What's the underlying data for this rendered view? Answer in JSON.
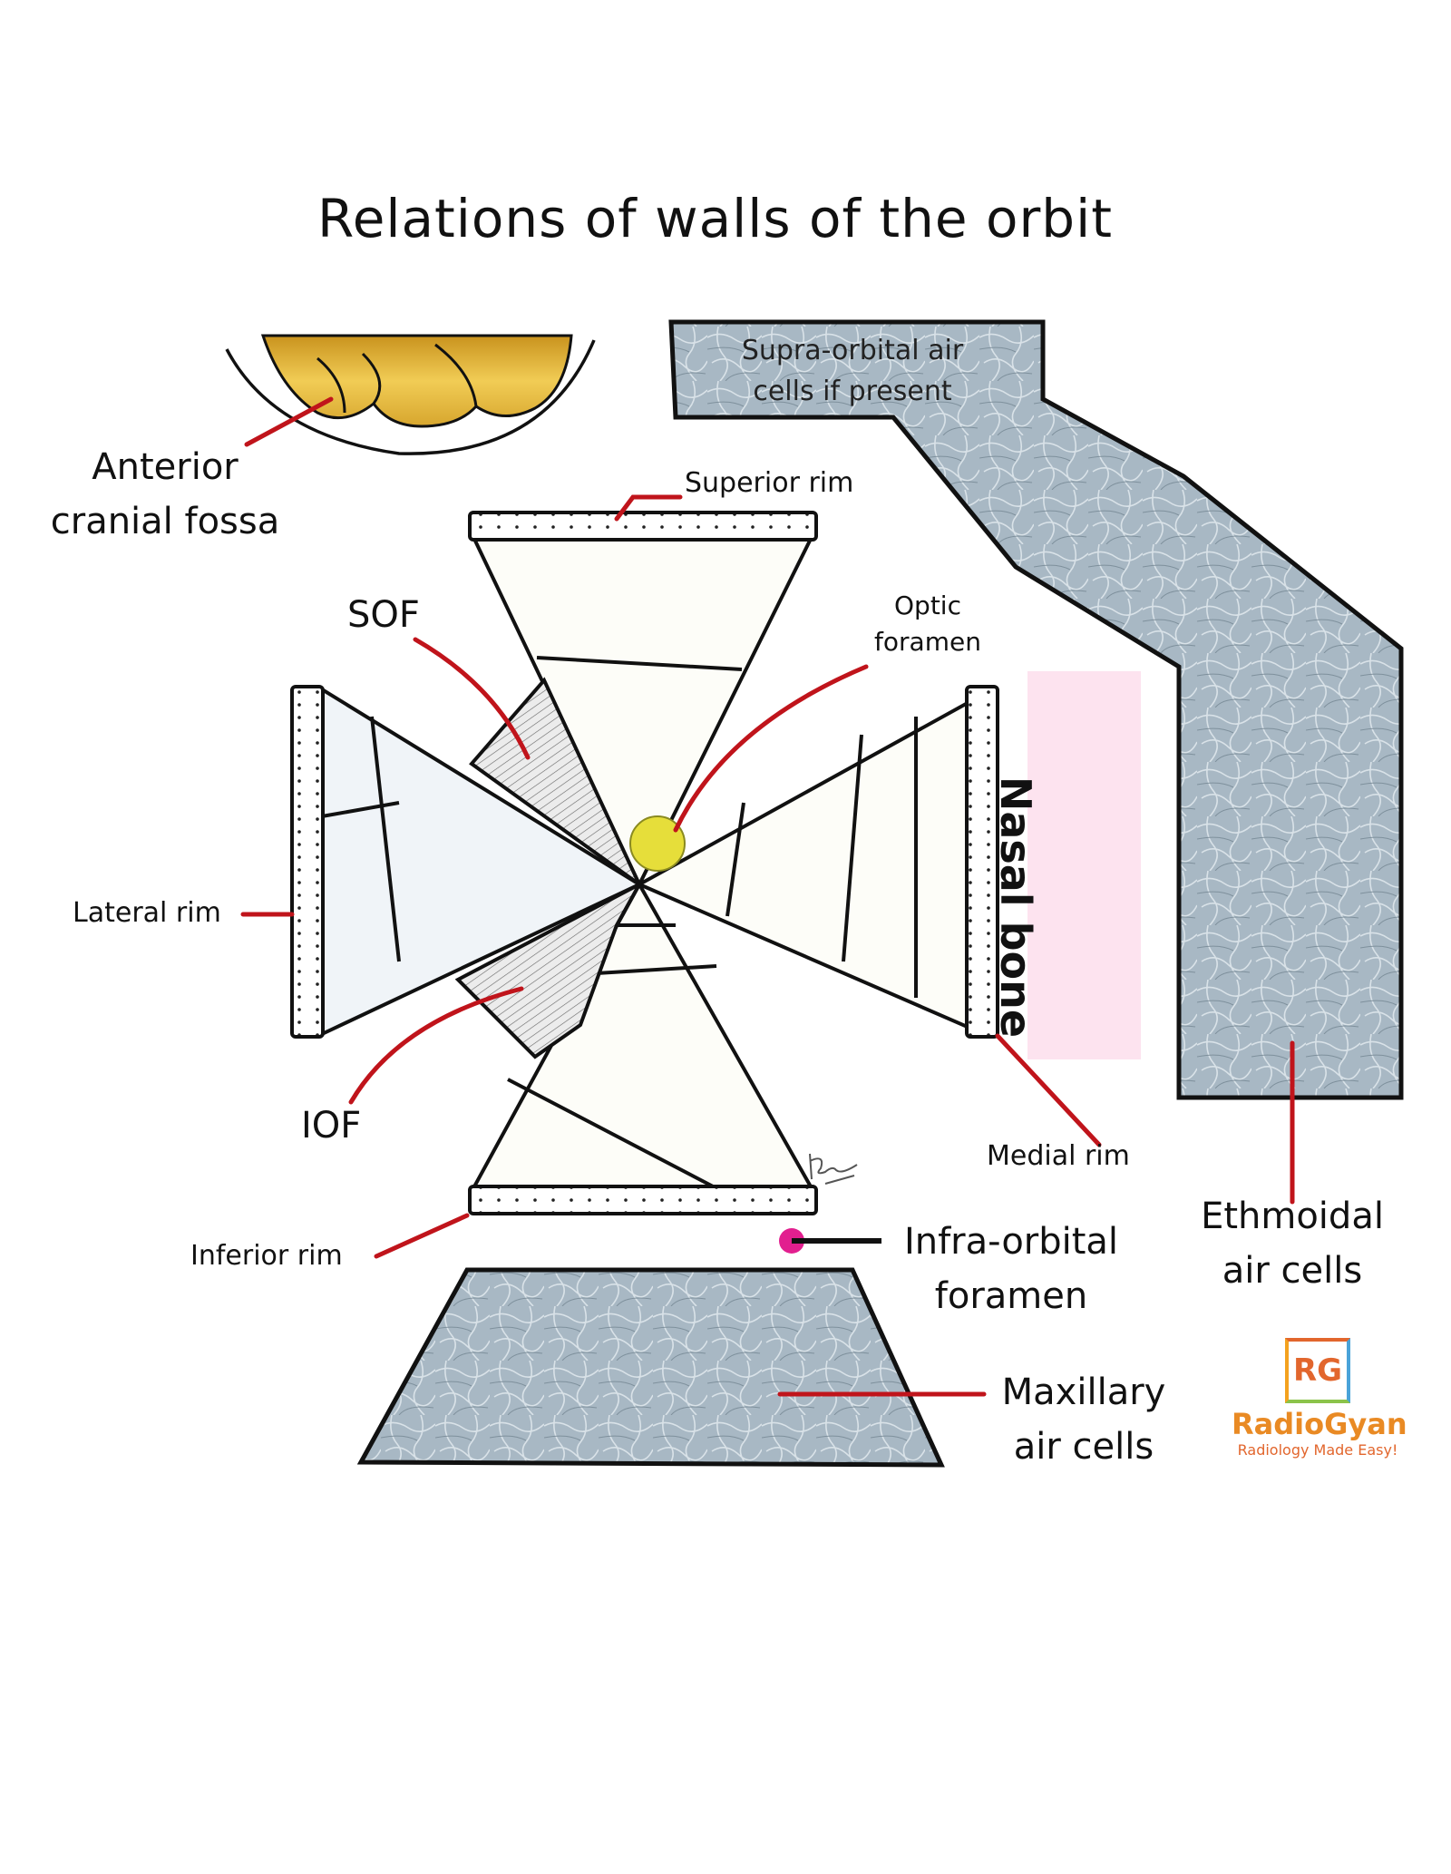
{
  "title": "Relations of walls of the orbit",
  "labels": {
    "anterior_cranial_fossa": [
      "Anterior",
      "cranial fossa"
    ],
    "supra_orbital": [
      "Supra-orbital air",
      "cells if present"
    ],
    "superior_rim": "Superior rim",
    "sof": "SOF",
    "optic_foramen": [
      "Optic",
      "foramen"
    ],
    "nasal_bone": "Nasal bone",
    "lateral_rim": "Lateral rim",
    "iof": "IOF",
    "medial_rim": "Medial rim",
    "ethmoidal": [
      "Ethmoidal",
      "air cells"
    ],
    "inferior_rim": "Inferior rim",
    "infra_orbital": [
      "Infra-orbital",
      "foramen"
    ],
    "maxillary": [
      "Maxillary",
      "air cells"
    ]
  },
  "logo": {
    "badge": "RG",
    "brand": "RadioGyan",
    "tagline": "Radiology Made Easy!"
  },
  "colors": {
    "leader": "#c0141b",
    "bone_texture": "#9fb0bd",
    "fossa_gold": "#e0b23a",
    "optic_foramen": "#e6de3a",
    "infra_orbital_dot": "#e21f8f",
    "nasal_bone_bg": "#fde3ef"
  }
}
